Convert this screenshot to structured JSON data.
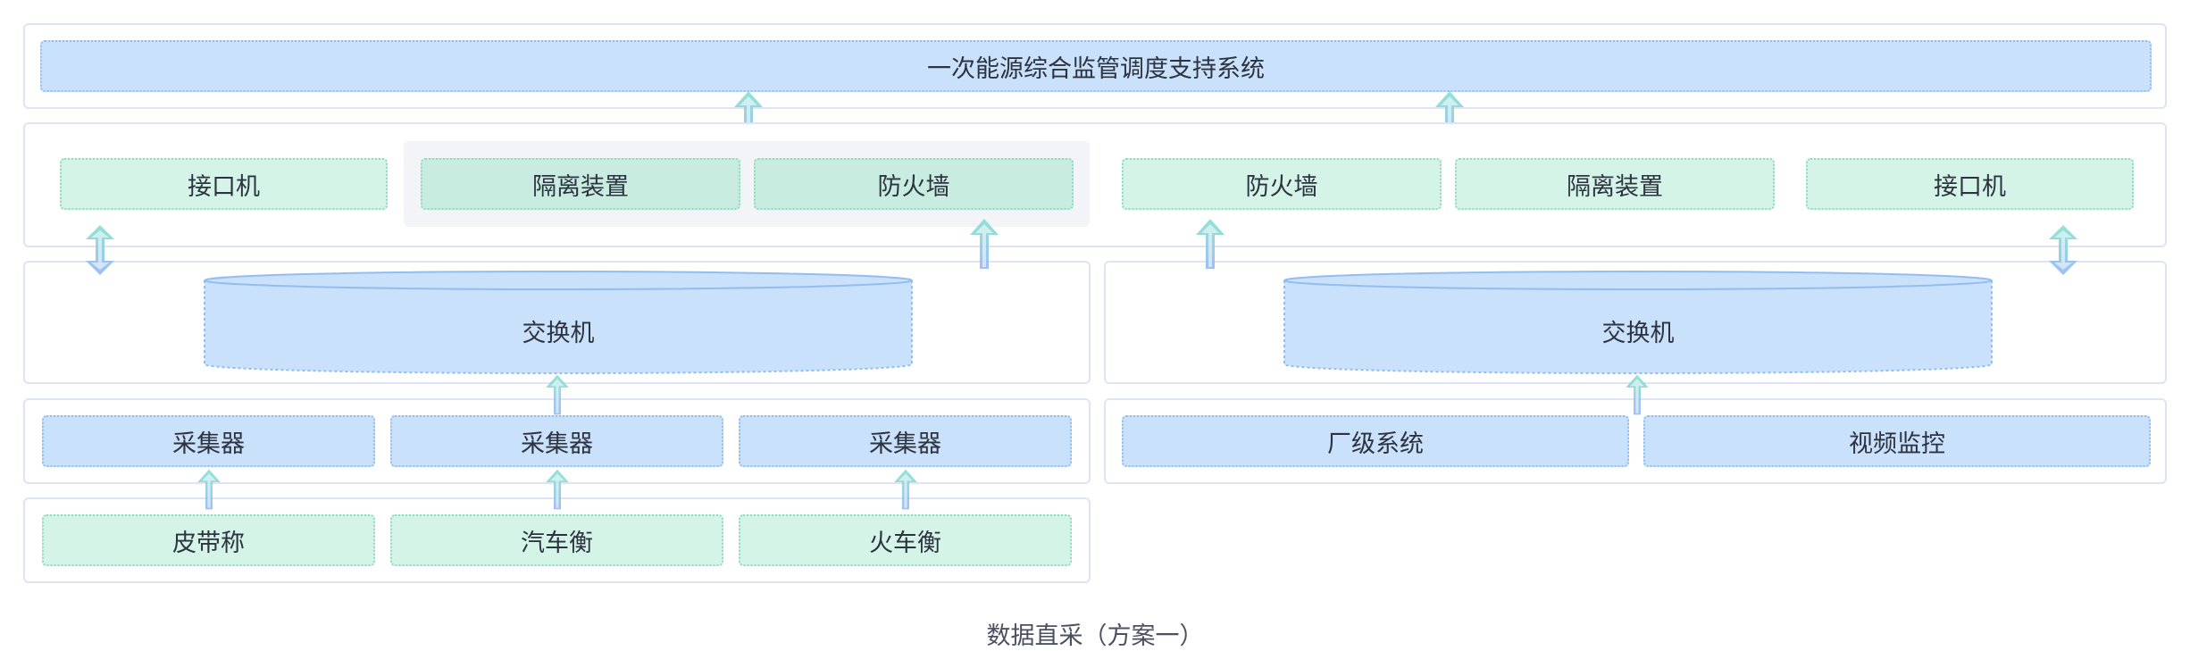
{
  "top": {
    "title": "一次能源综合监管调度支持系统"
  },
  "row2": {
    "left_interface": "接口机",
    "left_isolation": "隔离装置",
    "left_firewall": "防火墙",
    "right_firewall": "防火墙",
    "right_isolation": "隔离装置",
    "right_interface": "接口机"
  },
  "switch": {
    "left": "交换机",
    "right": "交换机"
  },
  "collectors": [
    "采集器",
    "采集器",
    "采集器"
  ],
  "right_systems": {
    "plant_system": "厂级系统",
    "video_monitor": "视频监控"
  },
  "devices": [
    "皮带称",
    "汽车衡",
    "火车衡"
  ],
  "caption": "数据直采（方案一）",
  "colors": {
    "blue_fill": "#c9e1fb",
    "green_fill": "#d4f4e7",
    "arrow_cyan": "#8fe3d0",
    "arrow_blue": "#8fb6f0",
    "panel_border": "#dfe3f5"
  }
}
